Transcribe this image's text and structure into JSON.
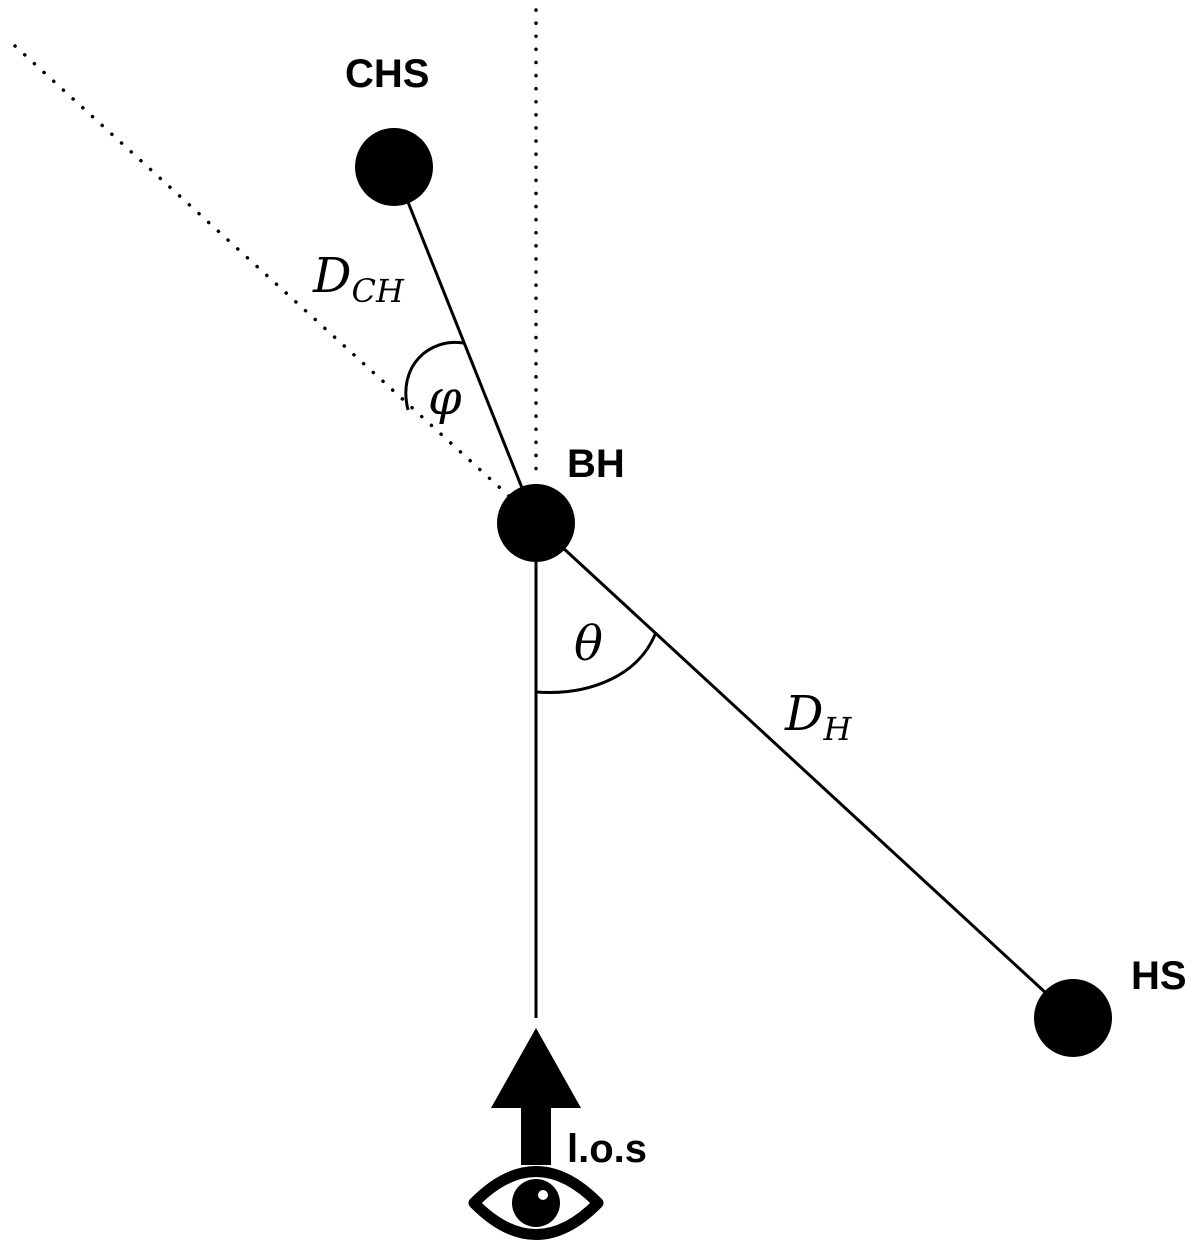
{
  "nodes": {
    "chs": "CHS",
    "bh": "BH",
    "hs": "HS"
  },
  "distances": {
    "d_ch": {
      "symbol": "D",
      "subscript": "CH"
    },
    "d_h": {
      "symbol": "D",
      "subscript": "H"
    }
  },
  "angles": {
    "phi": "φ",
    "theta": "θ"
  },
  "line_of_sight": {
    "label": "l.o.s",
    "icon": "eye-icon"
  },
  "colors": {
    "ink": "#000000",
    "background": "#ffffff"
  }
}
